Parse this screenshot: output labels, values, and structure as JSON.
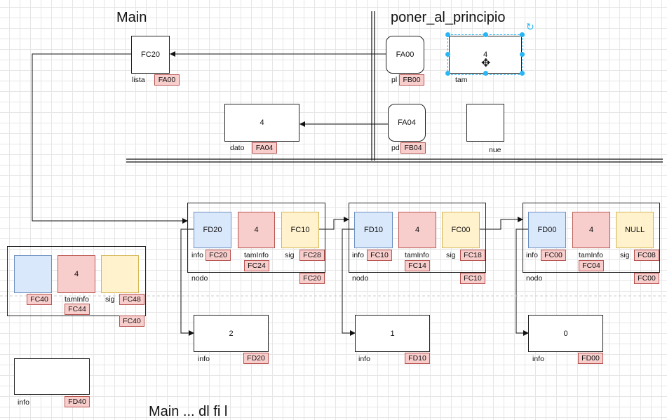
{
  "titles": {
    "main": "Main",
    "function": "poner_al_principio"
  },
  "main_vars": {
    "lista": {
      "value": "FC20",
      "label": "lista",
      "addr": "FA00"
    },
    "dato": {
      "value": "4",
      "label": "dato",
      "addr": "FA04"
    }
  },
  "func_vars": {
    "pl": {
      "value": "FA00",
      "label": "pl",
      "addr": "FB00"
    },
    "pd": {
      "value": "FA04",
      "label": "pd",
      "addr": "FB04"
    },
    "tam": {
      "value": "4",
      "label": "tam"
    },
    "nue": {
      "value": "",
      "label": "nue"
    }
  },
  "nodes": [
    {
      "info": "FD20",
      "info_label": "info",
      "info_addr": "FC20",
      "tam": "4",
      "tam_label": "tamInfo",
      "tam_addr": "FC24",
      "sig": "FC10",
      "sig_label": "sig",
      "sig_addr": "FC28",
      "node_label": "nodo",
      "node_addr": "FC20"
    },
    {
      "info": "FD10",
      "info_label": "info",
      "info_addr": "FC10",
      "tam": "4",
      "tam_label": "tamInfo",
      "tam_addr": "FC14",
      "sig": "FC00",
      "sig_label": "sig",
      "sig_addr": "FC18",
      "node_label": "nodo",
      "node_addr": "FC10"
    },
    {
      "info": "FD00",
      "info_label": "info",
      "info_addr": "FC00",
      "tam": "4",
      "tam_label": "tamInfo",
      "tam_addr": "FC04",
      "sig": "NULL",
      "sig_label": "sig",
      "sig_addr": "FC08",
      "node_label": "nodo",
      "node_addr": "FC00"
    }
  ],
  "info_boxes": [
    {
      "value": "2",
      "label": "info",
      "addr": "FD20"
    },
    {
      "value": "1",
      "label": "info",
      "addr": "FD10"
    },
    {
      "value": "0",
      "label": "info",
      "addr": "FD00"
    }
  ],
  "new_node": {
    "info": "",
    "info_addr": "FC40",
    "tam": "4",
    "tam_label": "tamInfo",
    "tam_addr": "FC44",
    "sig": "",
    "sig_label": "sig",
    "sig_addr": "FC48",
    "node_addr": "FC40"
  },
  "new_info": {
    "value": "",
    "label": "info",
    "addr": "FD40"
  },
  "bottom_text": "Main ... dl fi l"
}
